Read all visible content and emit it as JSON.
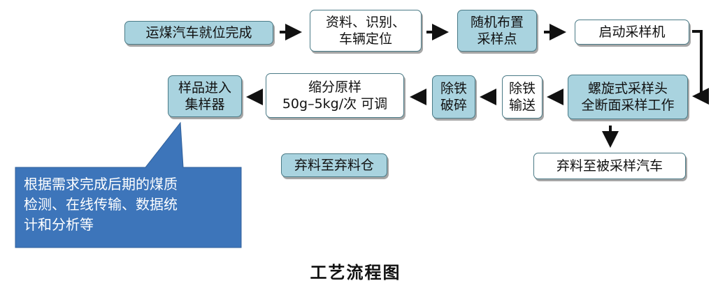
{
  "nodes": {
    "truck_in_place": "运煤汽车就位完成",
    "data_identify": "资料、识别、\n车辆定位",
    "random_points": "随机布置\n采样点",
    "start_sampler": "启动采样机",
    "spiral_head": "螺旋式采样头\n全断面采样工作",
    "iron_remove_convey": "除铁\n输送",
    "iron_remove_crush": "除铁\n破碎",
    "reduce_sample": "缩分原样\n50g–5kg/次  可调",
    "sample_collect": "样品进入\n集样器",
    "waste_to_truck": "弃料至被采样汽车",
    "waste_to_bin": "弃料至弃料仓"
  },
  "callout": "根据需求完成后期的煤质\n检测、在线传输、数据统\n计和分析等",
  "caption": "工艺流程图",
  "colors": {
    "box_blue": "#a9d3df",
    "box_border": "#4a7a86",
    "callout_fill": "#3d75ba",
    "arrow": "#111111"
  }
}
